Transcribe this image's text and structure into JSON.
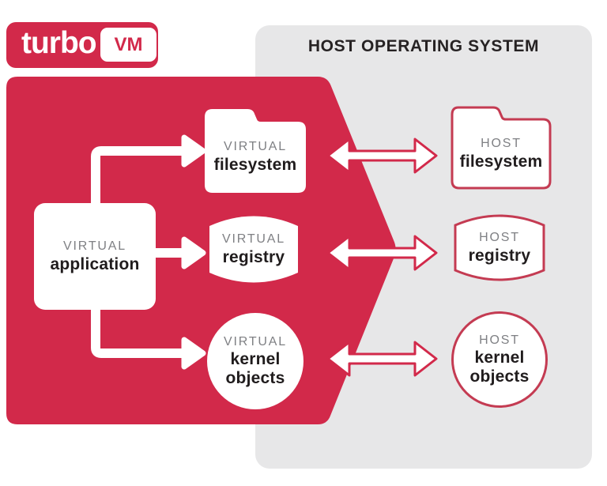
{
  "logo": {
    "brand": "turbo",
    "badge": "VM"
  },
  "host_panel": {
    "title": "HOST OPERATING SYSTEM"
  },
  "nodes": {
    "virtual_application": {
      "line1": "VIRTUAL",
      "line2": "application"
    },
    "virtual_filesystem": {
      "line1": "VIRTUAL",
      "line2": "filesystem"
    },
    "virtual_registry": {
      "line1": "VIRTUAL",
      "line2": "registry"
    },
    "virtual_kernel": {
      "line1": "VIRTUAL",
      "line2": "kernel",
      "line3": "objects"
    },
    "host_filesystem": {
      "line1": "HOST",
      "line2": "filesystem"
    },
    "host_registry": {
      "line1": "HOST",
      "line2": "registry"
    },
    "host_kernel": {
      "line1": "HOST",
      "line2": "kernel",
      "line3": "objects"
    }
  },
  "colors": {
    "brand_red": "#D2294A",
    "outline_red": "#C43B52",
    "panel_gray": "#E7E7E8",
    "label_gray": "#7F8084",
    "text_dark": "#201C1D",
    "white": "#FFFFFF"
  }
}
